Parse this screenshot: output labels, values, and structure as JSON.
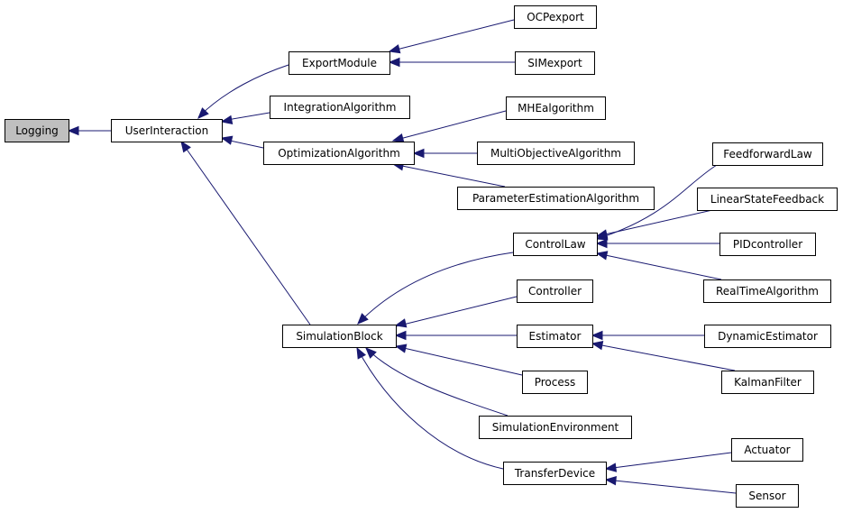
{
  "diagram": {
    "type": "inheritance-graph",
    "colors": {
      "edge": "#191970",
      "node_fill": "#ffffff",
      "node_border": "#000000",
      "highlight_fill": "#bfbfbf"
    },
    "nodes": [
      {
        "id": "logging",
        "label": "Logging",
        "highlighted": true
      },
      {
        "id": "userinteraction",
        "label": "UserInteraction"
      },
      {
        "id": "exportmodule",
        "label": "ExportModule"
      },
      {
        "id": "integrationalgorithm",
        "label": "IntegrationAlgorithm"
      },
      {
        "id": "optimizationalgorithm",
        "label": "OptimizationAlgorithm"
      },
      {
        "id": "simulationblock",
        "label": "SimulationBlock"
      },
      {
        "id": "ocpexport",
        "label": "OCPexport"
      },
      {
        "id": "simexport",
        "label": "SIMexport"
      },
      {
        "id": "mhealgorithm",
        "label": "MHEalgorithm"
      },
      {
        "id": "multiobjectivealgorithm",
        "label": "MultiObjectiveAlgorithm"
      },
      {
        "id": "parameterestimationalgorithm",
        "label": "ParameterEstimationAlgorithm"
      },
      {
        "id": "controllaw",
        "label": "ControlLaw"
      },
      {
        "id": "controller",
        "label": "Controller"
      },
      {
        "id": "estimator",
        "label": "Estimator"
      },
      {
        "id": "process",
        "label": "Process"
      },
      {
        "id": "simulationenvironment",
        "label": "SimulationEnvironment"
      },
      {
        "id": "transferdevice",
        "label": "TransferDevice"
      },
      {
        "id": "feedforwardlaw",
        "label": "FeedforwardLaw"
      },
      {
        "id": "linearstatefeedback",
        "label": "LinearStateFeedback"
      },
      {
        "id": "pidcontroller",
        "label": "PIDcontroller"
      },
      {
        "id": "realtimealgorithm",
        "label": "RealTimeAlgorithm"
      },
      {
        "id": "dynamicestimator",
        "label": "DynamicEstimator"
      },
      {
        "id": "kalmanfilter",
        "label": "KalmanFilter"
      },
      {
        "id": "actuator",
        "label": "Actuator"
      },
      {
        "id": "sensor",
        "label": "Sensor"
      }
    ],
    "edges": [
      {
        "from": "userinteraction",
        "to": "logging"
      },
      {
        "from": "exportmodule",
        "to": "userinteraction"
      },
      {
        "from": "integrationalgorithm",
        "to": "userinteraction"
      },
      {
        "from": "optimizationalgorithm",
        "to": "userinteraction"
      },
      {
        "from": "simulationblock",
        "to": "userinteraction"
      },
      {
        "from": "ocpexport",
        "to": "exportmodule"
      },
      {
        "from": "simexport",
        "to": "exportmodule"
      },
      {
        "from": "mhealgorithm",
        "to": "optimizationalgorithm"
      },
      {
        "from": "multiobjectivealgorithm",
        "to": "optimizationalgorithm"
      },
      {
        "from": "parameterestimationalgorithm",
        "to": "optimizationalgorithm"
      },
      {
        "from": "controllaw",
        "to": "simulationblock"
      },
      {
        "from": "controller",
        "to": "simulationblock"
      },
      {
        "from": "estimator",
        "to": "simulationblock"
      },
      {
        "from": "process",
        "to": "simulationblock"
      },
      {
        "from": "simulationenvironment",
        "to": "simulationblock"
      },
      {
        "from": "transferdevice",
        "to": "simulationblock"
      },
      {
        "from": "feedforwardlaw",
        "to": "controllaw"
      },
      {
        "from": "linearstatefeedback",
        "to": "controllaw"
      },
      {
        "from": "pidcontroller",
        "to": "controllaw"
      },
      {
        "from": "realtimealgorithm",
        "to": "controllaw"
      },
      {
        "from": "dynamicestimator",
        "to": "estimator"
      },
      {
        "from": "kalmanfilter",
        "to": "estimator"
      },
      {
        "from": "actuator",
        "to": "transferdevice"
      },
      {
        "from": "sensor",
        "to": "transferdevice"
      }
    ]
  }
}
